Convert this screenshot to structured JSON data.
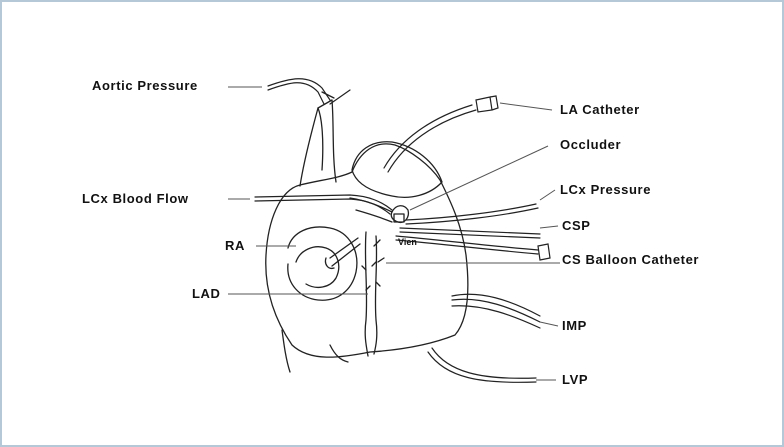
{
  "labels": {
    "aortic_pressure": "Aortic Pressure",
    "la_catheter": "LA Catheter",
    "occluder": "Occluder",
    "lcx_blood_flow": "LCx Blood Flow",
    "lcx_pressure": "LCx Pressure",
    "csp": "CSP",
    "ra": "RA",
    "vien": "Vien",
    "cs_balloon_catheter": "CS Balloon Catheter",
    "lad": "LAD",
    "imp": "IMP",
    "lvp": "LVP"
  },
  "colors": {
    "frame_border": "#b4c8d8",
    "line": "#222222",
    "leader": "#555555",
    "text": "#111111"
  }
}
